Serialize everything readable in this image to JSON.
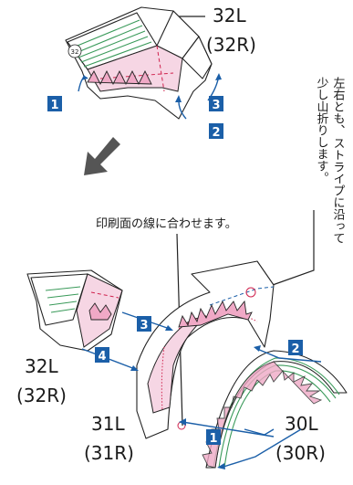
{
  "labels": {
    "top_part": "32L",
    "top_part_alt": "(32R)",
    "left_part": "32L",
    "left_part_alt": "(32R)",
    "center_part": "31L",
    "center_part_alt": "(31R)",
    "right_part": "30L",
    "right_part_alt": "(30R)",
    "small_number": "32"
  },
  "notes": {
    "print_side_note": "印刷面の線に合わせます。",
    "stripe_note_line1": "左右とも、",
    "stripe_note_line2": "ストライプに沿って",
    "stripe_note_line3": "少し山折りします。"
  },
  "badges": {
    "b1": "1",
    "b2": "2",
    "b3": "3",
    "b4": "4"
  },
  "colors": {
    "badge_blue": "#1b5fa8",
    "accent_pink": "#f6d6e4",
    "teeth_pink": "#f0a9c6",
    "stripe_green": "#3a9a5a",
    "fold_red": "#d0234e"
  }
}
